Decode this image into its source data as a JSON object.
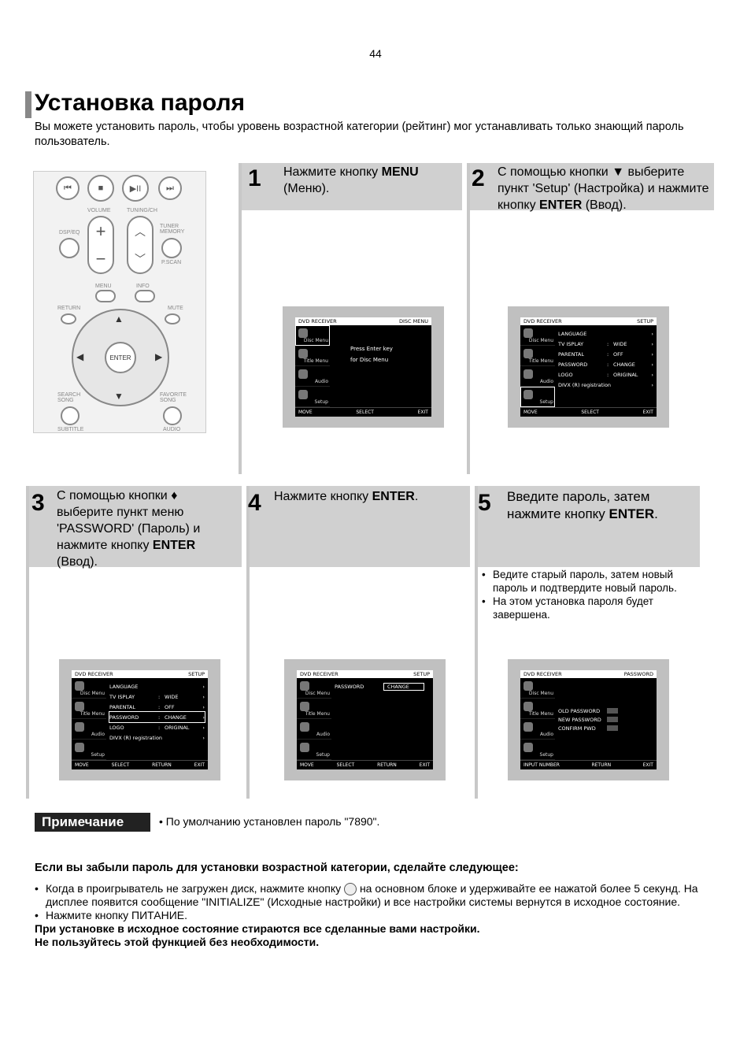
{
  "page_number": "44",
  "title": "Установка пароля",
  "intro": "Вы можете установить пароль, чтобы уровень возрастной категории (рейтинг) мог устанавливать только знающий пароль пользователь.",
  "remote": {
    "labels": {
      "volume": "VOLUME",
      "tuning": "TUNING/CH",
      "tuner_memory": "TUNER MEMORY",
      "dsp": "DSP/EQ",
      "pscan": "P.SCAN",
      "menu": "MENU",
      "info": "INFO",
      "return": "RETURN",
      "mute": "MUTE",
      "enter": "ENTER",
      "search_song": "SEARCH SONG",
      "favorite_song": "FAVORITE SONG",
      "subtitle": "SUBTITLE",
      "audio": "AUDIO"
    }
  },
  "steps": [
    {
      "num": "1",
      "pre": "Нажмите кнопку ",
      "bold": "MENU",
      "post": " (Меню)."
    },
    {
      "num": "2",
      "pre": "С помощью кнопки ▼ выберите пункт 'Setup' (Настройка) и нажмите кнопку ",
      "bold": "ENTER",
      "post": " (Ввод)."
    },
    {
      "num": "3",
      "pre": "С помощью кнопки ♦ выберите пункт меню 'PASSWORD' (Пароль) и нажмите кнопку ",
      "bold": "ENTER",
      "post": " (Ввод)."
    },
    {
      "num": "4",
      "pre": "Нажмите кнопку ",
      "bold": "ENTER",
      "post": "."
    },
    {
      "num": "5",
      "pre": "Введите пароль, затем нажмите кнопку ",
      "bold": "ENTER",
      "post": "."
    }
  ],
  "step5_bullets": [
    "Ведите старый пароль, затем новый пароль и подтвердите новый пароль.",
    "На этом установка пароля будет завершена."
  ],
  "screens": {
    "brand": "DVD RECEIVER",
    "sidebar": [
      "Disc Menu",
      "Title Menu",
      "Audio",
      "Setup"
    ],
    "s1": {
      "header": "DISC MENU",
      "msg1": "Press Enter key",
      "msg2": "for Disc Menu",
      "bottom": [
        "MOVE",
        "SELECT",
        "EXIT"
      ]
    },
    "s2": {
      "header": "SETUP",
      "rows": [
        [
          "LANGUAGE",
          "",
          ""
        ],
        [
          "TV  ISPLAY",
          ":",
          "WIDE"
        ],
        [
          "PARENTAL",
          ":",
          "OFF"
        ],
        [
          "PASSWORD",
          ":",
          "CHANGE"
        ],
        [
          "LOGO",
          ":",
          "ORIGINAL"
        ],
        [
          "DIVX (R) registration",
          "",
          ""
        ]
      ],
      "bottom": [
        "MOVE",
        "SELECT",
        "EXIT"
      ]
    },
    "s3": {
      "header": "SETUP",
      "rows": [
        [
          "LANGUAGE",
          "",
          ""
        ],
        [
          "TV  ISPLAY",
          ":",
          "WIDE"
        ],
        [
          "PARENTAL",
          ":",
          "OFF"
        ],
        [
          "PASSWORD",
          ":",
          "CHANGE"
        ],
        [
          "LOGO",
          ":",
          "ORIGINAL"
        ],
        [
          "DIVX (R) registration",
          "",
          ""
        ]
      ],
      "bottom": [
        "MOVE",
        "SELECT",
        "RETURN",
        "EXIT"
      ]
    },
    "s4": {
      "header": "SETUP",
      "label": "PASSWORD",
      "value": "CHANGE",
      "bottom": [
        "MOVE",
        "SELECT",
        "RETURN",
        "EXIT"
      ]
    },
    "s5": {
      "header": "PASSWORD",
      "rows": [
        "OLD PASSWORD",
        "NEW PASSWORD",
        "CONFIRM PWD"
      ],
      "bottom": [
        "INPUT NUMBER",
        "RETURN",
        "EXIT"
      ]
    }
  },
  "note": {
    "label": "Примечание",
    "text": "По умолчанию установлен пароль \"7890\"."
  },
  "forgot": {
    "heading": "Если вы забыли пароль для установки возрастной категории, сделайте следующее:",
    "item1_pre": "Когда в проигрыватель не загружен диск, нажмите кнопку",
    "item1_post": "на основном блоке и удерживайте ее нажатой более 5 секунд. На дисплее появится сообщение \"INITIALIZE\" (Исходные настройки) и все настройки системы вернутся в исходное состояние.",
    "item2": "Нажмите кнопку ПИТАНИЕ.",
    "warn1": "При установке в исходное состояние стираются все сделанные вами настройки.",
    "warn2": "Не пользуйтесь этой функцией без необходимости."
  }
}
